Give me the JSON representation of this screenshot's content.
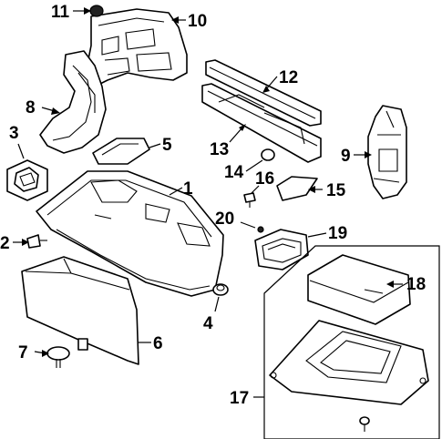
{
  "callouts": [
    {
      "id": "1",
      "label": "1"
    },
    {
      "id": "2",
      "label": "2"
    },
    {
      "id": "3",
      "label": "3"
    },
    {
      "id": "4",
      "label": "4"
    },
    {
      "id": "5",
      "label": "5"
    },
    {
      "id": "6",
      "label": "6"
    },
    {
      "id": "7",
      "label": "7"
    },
    {
      "id": "8",
      "label": "8"
    },
    {
      "id": "9",
      "label": "9"
    },
    {
      "id": "10",
      "label": "10"
    },
    {
      "id": "11",
      "label": "11"
    },
    {
      "id": "12",
      "label": "12"
    },
    {
      "id": "13",
      "label": "13"
    },
    {
      "id": "14",
      "label": "14"
    },
    {
      "id": "15",
      "label": "15"
    },
    {
      "id": "16",
      "label": "16"
    },
    {
      "id": "17",
      "label": "17"
    },
    {
      "id": "18",
      "label": "18"
    },
    {
      "id": "19",
      "label": "19"
    },
    {
      "id": "20",
      "label": "20"
    }
  ]
}
